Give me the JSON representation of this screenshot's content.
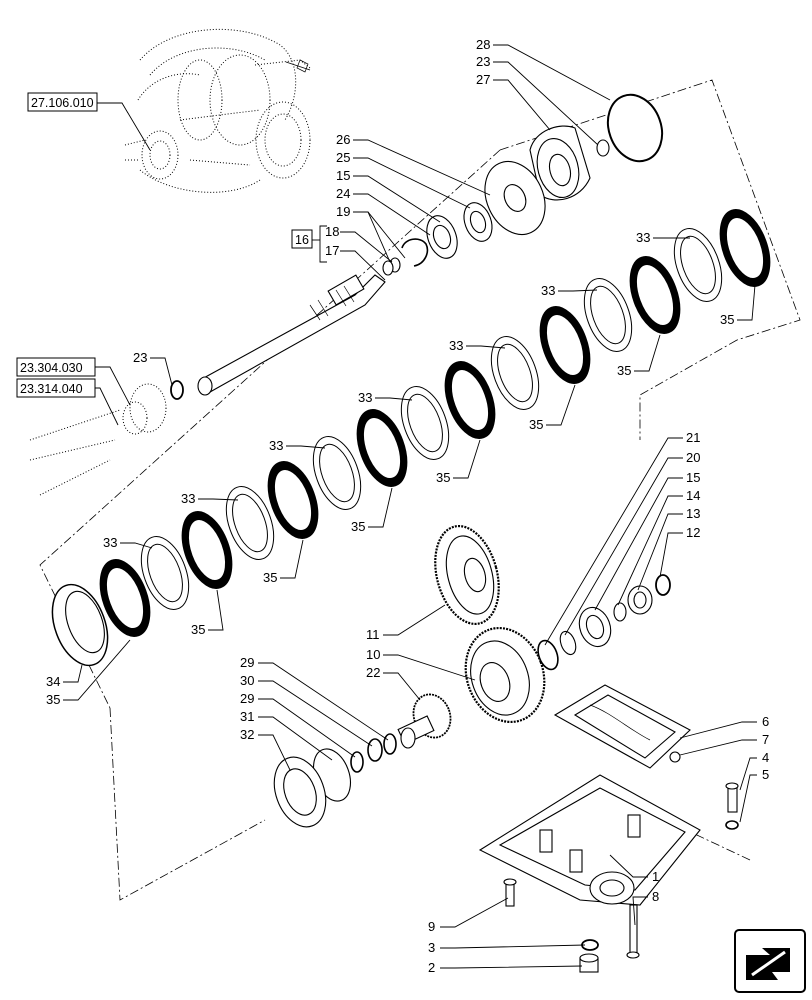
{
  "ref_boxes": {
    "ref_27": "27.106.010",
    "ref_16": "16",
    "ref_23a": "23.304.030",
    "ref_23b": "23.314.040"
  },
  "callouts": {
    "c28": "28",
    "c23_top": "23",
    "c27": "27",
    "c26": "26",
    "c25": "25",
    "c15_top": "15",
    "c24": "24",
    "c19": "19",
    "c18": "18",
    "c17": "17",
    "c23_mid": "23",
    "c33_a": "33",
    "c35_a": "35",
    "c33_b": "33",
    "c35_b": "35",
    "c33_c": "33",
    "c35_c": "35",
    "c33_d": "33",
    "c35_d": "35",
    "c33_e": "33",
    "c35_e": "35",
    "c33_f": "33",
    "c35_f": "35",
    "c33_g": "33",
    "c35_g": "35",
    "c34": "34",
    "c35_h": "35",
    "c21": "21",
    "c20": "20",
    "c15_r": "15",
    "c14": "14",
    "c13": "13",
    "c12": "12",
    "c11": "11",
    "c10": "10",
    "c22": "22",
    "c29_a": "29",
    "c30": "30",
    "c29_b": "29",
    "c31": "31",
    "c32": "32",
    "c6": "6",
    "c7": "7",
    "c4": "4",
    "c5": "5",
    "c1": "1",
    "c9": "9",
    "c8": "8",
    "c3": "3",
    "c2": "2"
  },
  "icons": {
    "nav": "back-arrow-icon"
  }
}
